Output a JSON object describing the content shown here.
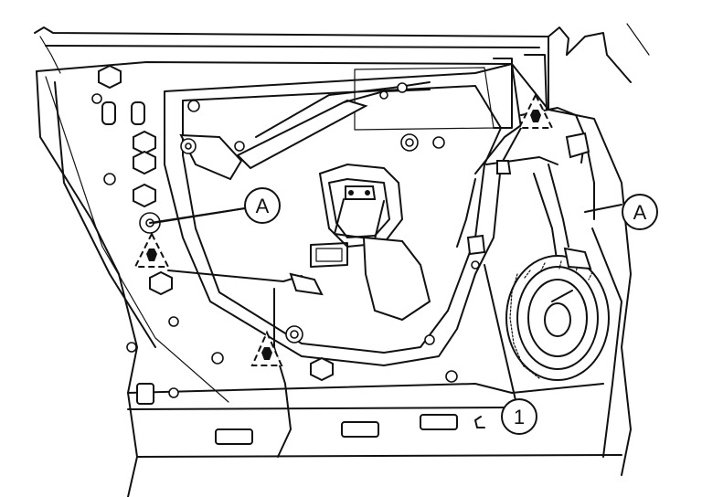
{
  "callouts": {
    "a_left": "A",
    "a_right": "A",
    "part_1": "1"
  },
  "colors": {
    "line": "#111111",
    "background": "#ffffff"
  }
}
